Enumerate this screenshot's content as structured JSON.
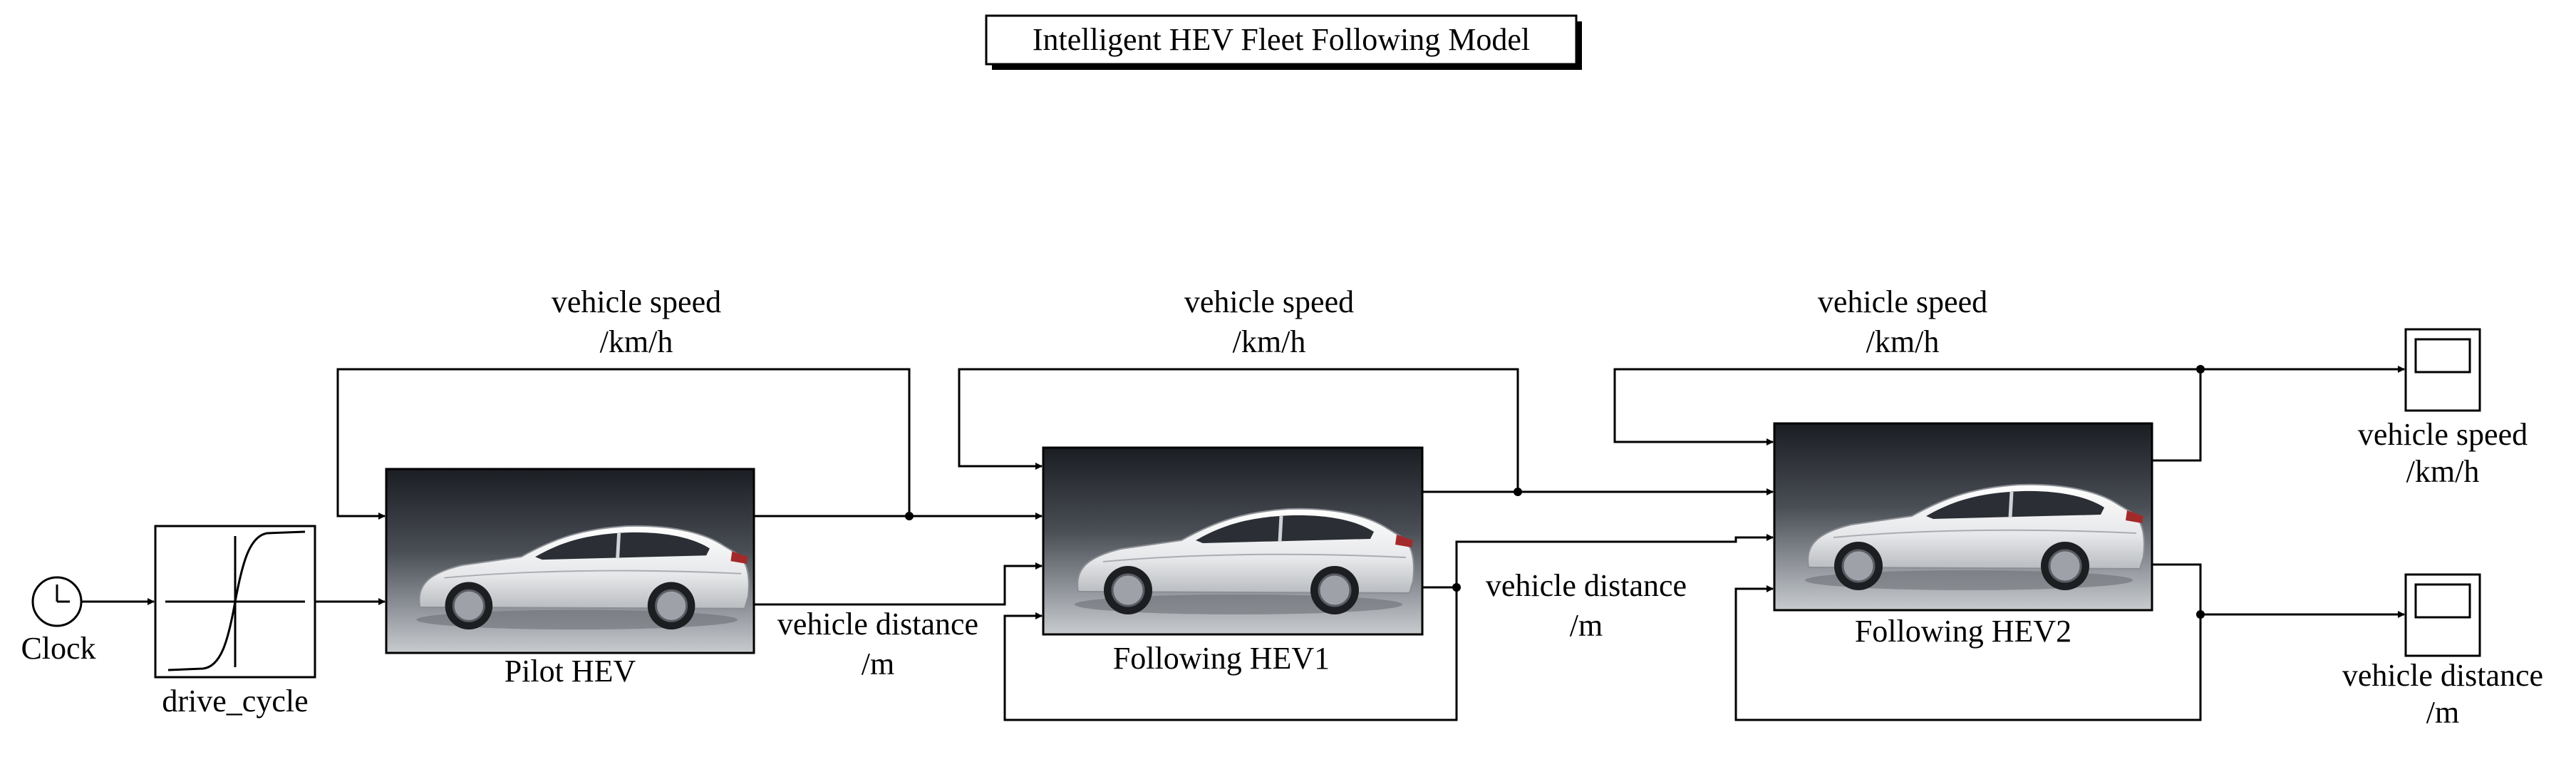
{
  "title": "Intelligent HEV Fleet Following Model",
  "blocks": {
    "clock": "Clock",
    "drive_cycle": "drive_cycle",
    "pilot": "Pilot HEV",
    "follower1": "Following HEV1",
    "follower2": "Following HEV2"
  },
  "signals": {
    "speed_line1": "vehicle speed",
    "speed_line2": "/km/h",
    "distance_line1": "vehicle distance",
    "distance_line2": "/m"
  },
  "scopes": {
    "speed_line1": "vehicle speed",
    "speed_line2": "/km/h",
    "distance_line1": "vehicle distance",
    "distance_line2": "/m"
  },
  "icons": [
    "clock-icon",
    "drive-cycle-icon",
    "car-image",
    "scope-icon"
  ]
}
